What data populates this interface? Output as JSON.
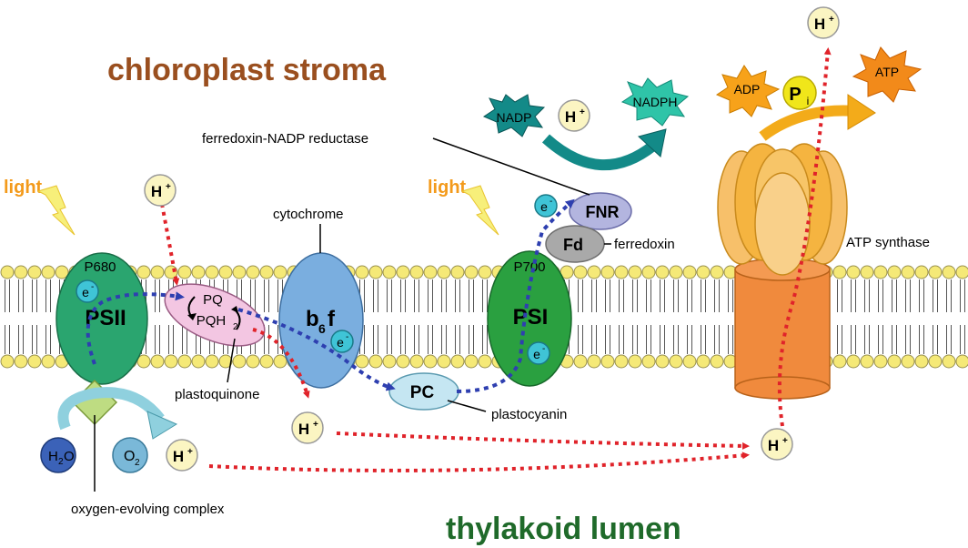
{
  "regions": {
    "stroma": "chloroplast stroma",
    "lumen": "thylakoid lumen"
  },
  "light_labels": [
    "light",
    "light"
  ],
  "psii": {
    "name": "PSII",
    "pigment": "P680"
  },
  "psi": {
    "name": "PSI",
    "pigment": "P700"
  },
  "pq": {
    "oxidized": "PQ",
    "reduced": "PQH",
    "reduced_sub": "2",
    "caption": "plastoquinone"
  },
  "cytochrome": {
    "caption": "cytochrome",
    "main": "b",
    "sub": "6",
    "suffix": "f"
  },
  "pc": {
    "label": "PC",
    "caption": "plastocyanin"
  },
  "fd": {
    "label": "Fd",
    "caption": "ferredoxin"
  },
  "fnr": {
    "label": "FNR",
    "caption": "ferredoxin-NADP reductase"
  },
  "atp_synthase": {
    "caption": "ATP synthase"
  },
  "oec": {
    "caption": "oxygen-evolving complex"
  },
  "molecules": {
    "electron": "e",
    "electron_sup": "-",
    "proton": "H",
    "proton_sup": "+",
    "water_main": "H",
    "water_sub": "2",
    "water_end": "O",
    "oxygen_main": "O",
    "oxygen_sub": "2",
    "nadp": "NADP",
    "nadph": "NADPH",
    "adp": "ADP",
    "atp": "ATP",
    "phosphate_main": "P",
    "phosphate_sub": "i"
  },
  "colors": {
    "membrane_head": "#f5e977",
    "psii": "#2aa56f",
    "psi": "#2aa040",
    "pq": "#f3c6e2",
    "cytochrome": "#7aaedf",
    "pc": "#c5e6f2",
    "fd": "#a9a9a9",
    "fnr": "#b3b5df",
    "electron_path": "#2e3fb0",
    "proton_path": "#e0232a",
    "nadp_arrow": "#138a88",
    "atp_arrow": "#f3ab1a",
    "atp_head": "#f7b733",
    "atp_stalk": "#f08a3d",
    "region_stroma": "#9a4f1f",
    "region_lumen": "#1f6a2a",
    "light": "#f39a1b"
  }
}
